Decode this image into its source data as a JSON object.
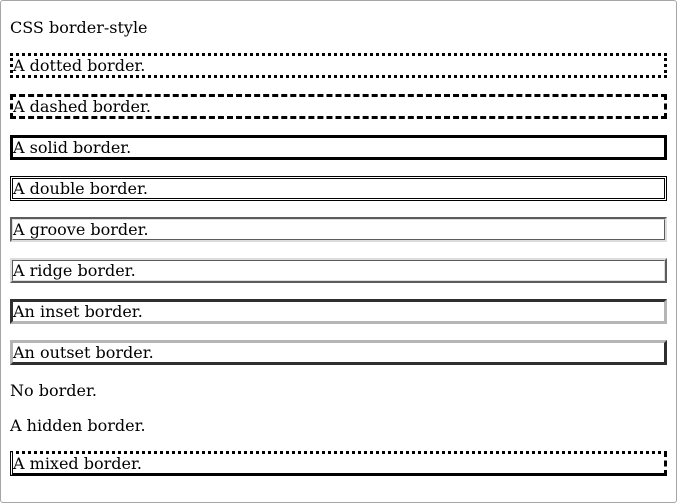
{
  "window": {
    "frame_border_color": "#a6a6a6",
    "background_color": "#ffffff"
  },
  "page": {
    "title": "CSS border-style",
    "text_color": "#000000",
    "border_color": "#000000",
    "shades_3d": {
      "inset_outset_dark": "#2f2f2f",
      "inset_outset_light": "#b5b5b5",
      "groove_ridge_dark": "#5c5c5c",
      "groove_ridge_light": "#dcdcdc"
    },
    "paragraphs": [
      {
        "label": "A dotted border.",
        "border_style": "dotted"
      },
      {
        "label": "A dashed border.",
        "border_style": "dashed"
      },
      {
        "label": "A solid border.",
        "border_style": "solid"
      },
      {
        "label": "A double border.",
        "border_style": "double"
      },
      {
        "label": "A groove border.",
        "border_style": "groove"
      },
      {
        "label": "A ridge border.",
        "border_style": "ridge"
      },
      {
        "label": "An inset border.",
        "border_style": "inset"
      },
      {
        "label": "An outset border.",
        "border_style": "outset"
      },
      {
        "label": "No border.",
        "border_style": "none"
      },
      {
        "label": "A hidden border.",
        "border_style": "hidden"
      },
      {
        "label": "A mixed border.",
        "border_style": "dotted dashed solid double"
      }
    ]
  }
}
